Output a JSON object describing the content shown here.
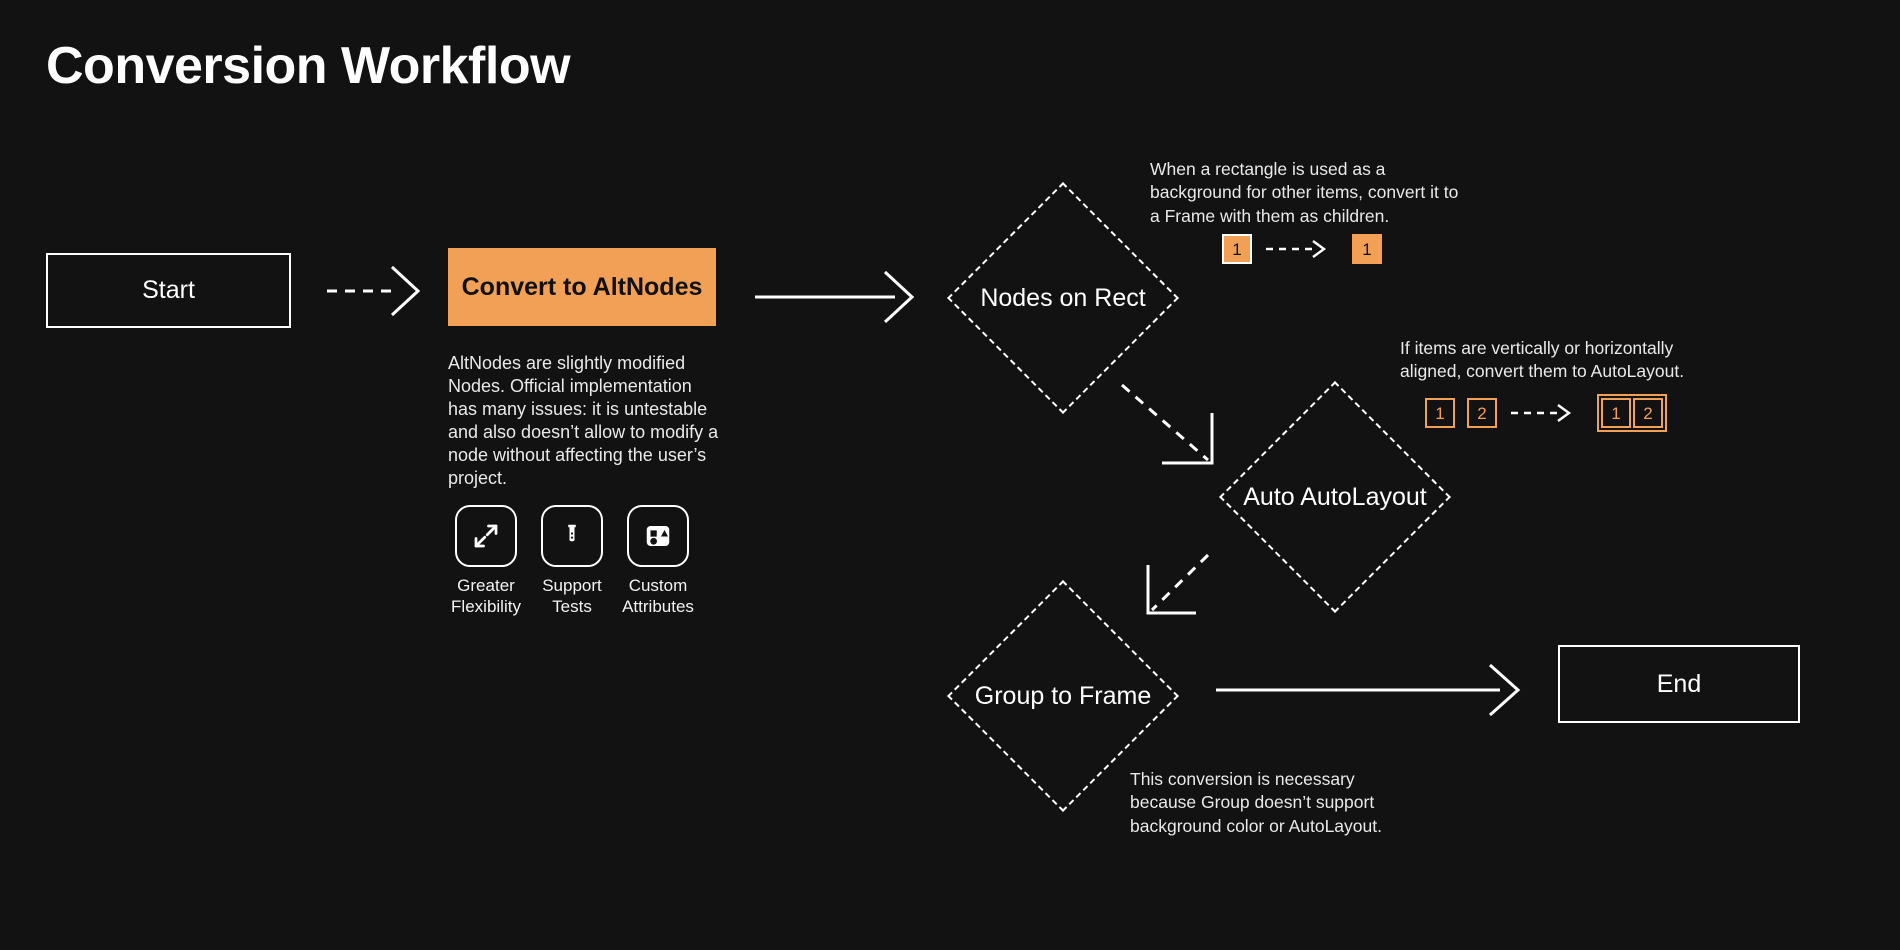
{
  "page": {
    "title": "Conversion Workflow",
    "background_color": "#121212",
    "accent_color": "#F2A055",
    "text_color": "#FFFFFF"
  },
  "nodes": {
    "start": {
      "label": "Start",
      "shape": "rectangle"
    },
    "convert": {
      "label": "Convert to AltNodes",
      "shape": "rectangle-filled"
    },
    "nodes_on_rect": {
      "label": "Nodes on Rect",
      "shape": "diamond"
    },
    "auto_autolayout": {
      "label": "Auto AutoLayout",
      "shape": "diamond"
    },
    "group_to_frame": {
      "label": "Group to Frame",
      "shape": "diamond"
    },
    "end": {
      "label": "End",
      "shape": "rectangle"
    }
  },
  "convert_description": "AltNodes are slightly modified Nodes. Official implementation has many issues: it is untestable and also doesn’t allow to modify a node without affecting the user’s project.",
  "features": [
    {
      "icon": "expand-arrows-icon",
      "label": "Greater Flexibility"
    },
    {
      "icon": "test-tube-icon",
      "label": "Support Tests"
    },
    {
      "icon": "shapes-icon",
      "label": "Custom Attributes"
    }
  ],
  "annotations": {
    "nodes_on_rect": "When a rectangle is used as a background for other items, convert it to a Frame with them as children.",
    "auto_autolayout": "If items are vertically or horizontally aligned, convert them to AutoLayout.",
    "group_to_frame": "This conversion is necessary because Group doesn’t support background color or AutoLayout."
  },
  "mini_diagrams": {
    "nodes_on_rect": {
      "before": [
        {
          "label": "1",
          "style": "filled-outlined"
        }
      ],
      "after": [
        {
          "label": "1",
          "style": "filled"
        }
      ],
      "connector": "dashed-arrow"
    },
    "auto_autolayout": {
      "before": [
        {
          "label": "1",
          "style": "hollow"
        },
        {
          "label": "2",
          "style": "hollow"
        }
      ],
      "after_group": [
        {
          "label": "1",
          "style": "hollow"
        },
        {
          "label": "2",
          "style": "hollow"
        }
      ],
      "connector": "dashed-arrow"
    }
  },
  "connectors": [
    {
      "from": "start",
      "to": "convert",
      "style": "dashed"
    },
    {
      "from": "convert",
      "to": "nodes_on_rect",
      "style": "solid"
    },
    {
      "from": "nodes_on_rect",
      "to": "auto_autolayout",
      "style": "dashed-diagonal"
    },
    {
      "from": "auto_autolayout",
      "to": "group_to_frame",
      "style": "dashed-diagonal"
    },
    {
      "from": "group_to_frame",
      "to": "end",
      "style": "solid"
    }
  ]
}
